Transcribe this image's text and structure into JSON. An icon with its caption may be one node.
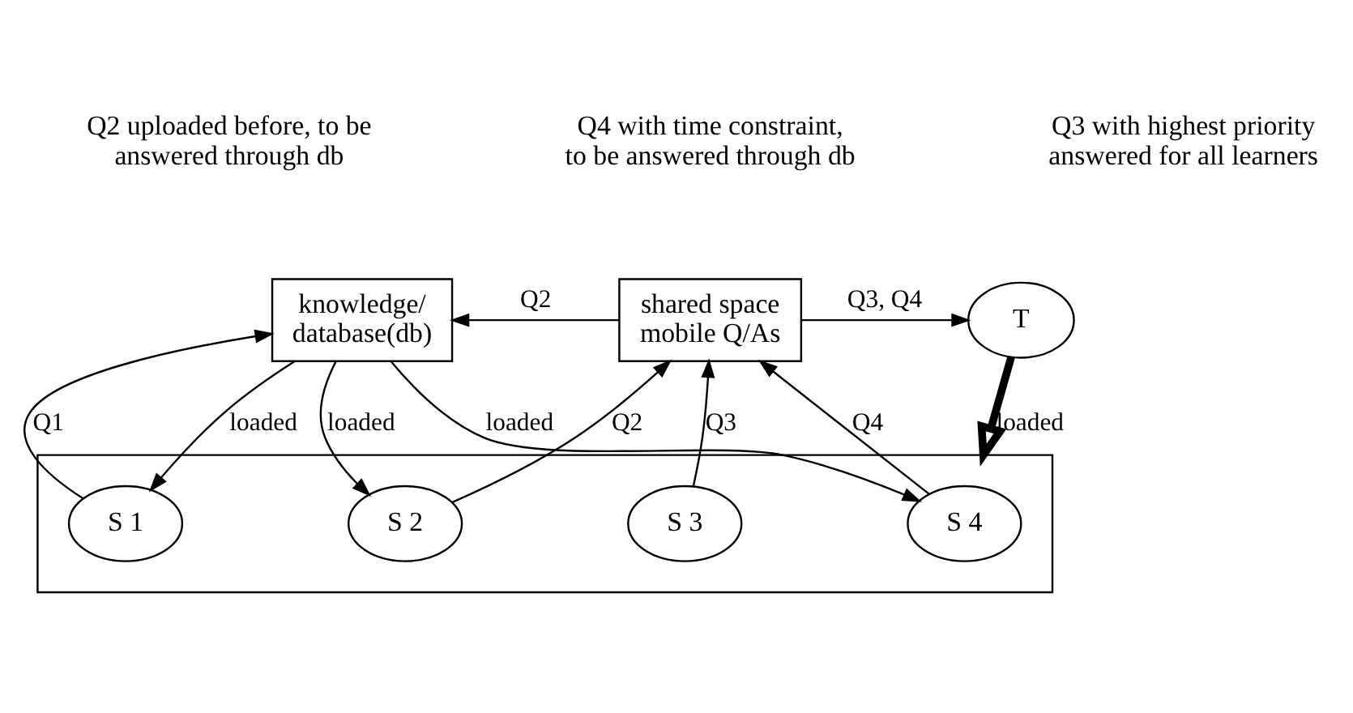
{
  "diagram": {
    "nodes": [
      {
        "text": [
          "knowledge/ database(db)"
        ]
      },
      {
        "text": [
          "shared space mobile Q/As"
        ]
      },
      {
        "text": [
          "T"
        ]
      },
      {
        "text": [],
        "shape": "box"
      },
      {
        "text": [
          "S 1"
        ],
        "in": 3
      },
      {
        "text": [
          "S 2"
        ],
        "in": 3
      },
      {
        "text": [
          "S 3"
        ],
        "in": 3
      },
      {
        "text": [
          "S 4"
        ],
        "in": 3
      }
    ],
    "edges": [
      {
        "from": 4,
        "to": 0,
        "arrow": "to",
        "label": "Q1"
      },
      {
        "from": 0,
        "to": 4,
        "arrow": "to",
        "label": "loaded"
      },
      {
        "from": 0,
        "to": 5,
        "arrow": "to",
        "label": "loaded"
      },
      {
        "from": 0,
        "to": 7,
        "arrow": "to",
        "label": "loaded"
      },
      {
        "from": 1,
        "to": 0,
        "arrow": "to",
        "label": "Q2"
      },
      {
        "from": 1,
        "to": 2,
        "arrow": "to",
        "label": "Q3, Q4"
      },
      {
        "from": 5,
        "to": 1,
        "arrow": "to",
        "label": "Q2"
      },
      {
        "from": 6,
        "to": 1,
        "arrow": "to",
        "label": "Q3"
      },
      {
        "from": 7,
        "to": 1,
        "arrow": "to",
        "label": "Q4"
      },
      {
        "from": 2,
        "to": 3,
        "arrow": "to",
        "label": "loaded",
        "style": "thick"
      }
    ],
    "labels": [
      "Q2 uploaded before, to be answered through db",
      "Q4 with time constraint, to be answered through db",
      "Q3 with highest priority answered for all learners"
    ]
  }
}
